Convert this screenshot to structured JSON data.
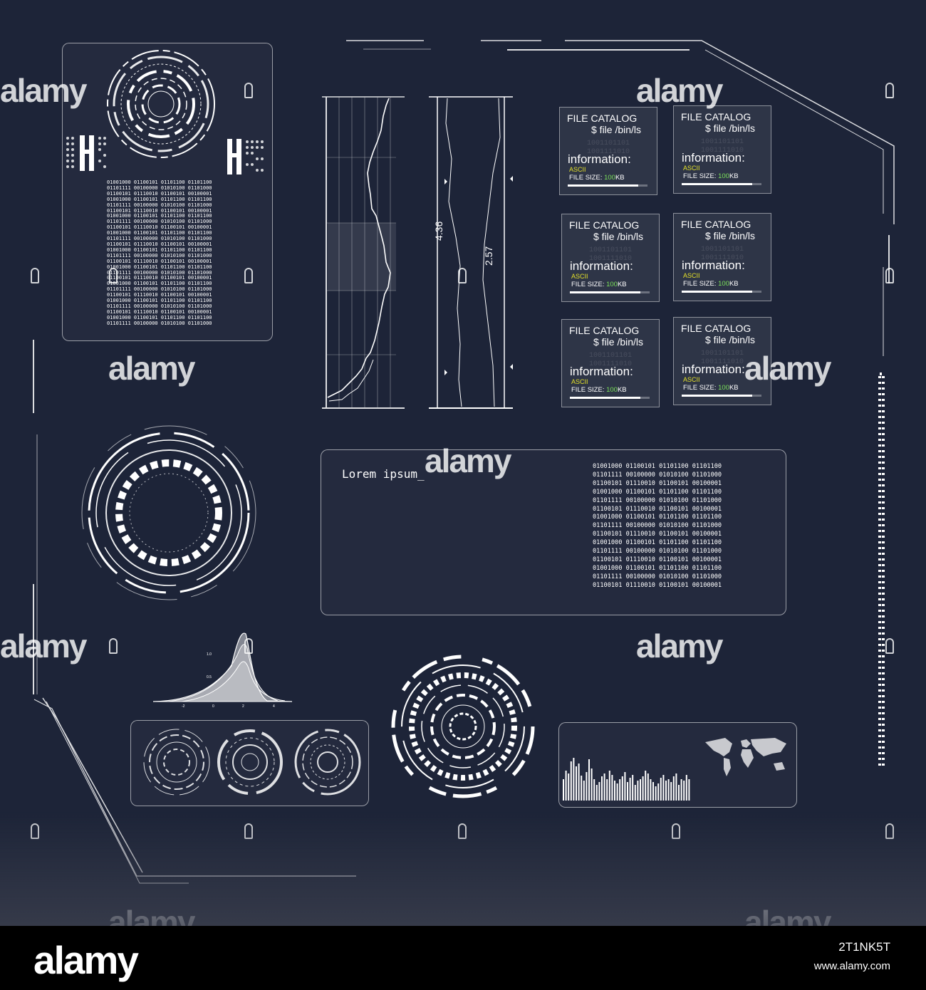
{
  "terminal": {
    "prompt": "Lorem ipsum_"
  },
  "binary_block_left": [
    "01001000 01100101 01101100 01101100",
    "01101111 00100000 01010100 01101000",
    "01100101 01110010 01100101 00100001",
    "01001000 01100101 01101100 01101100",
    "01101111 00100000 01010100 01101000",
    "01100101 01110010 01100101 00100001",
    "01001000 01100101 01101100 01101100",
    "01101111 00100000 01010100 01101000",
    "01100101 01110010 01100101 00100001",
    "01001000 01100101 01101100 01101100",
    "01101111 00100000 01010100 01101000",
    "01100101 01110010 01100101 00100001",
    "01001000 01100101 01101100 01101100",
    "01101111 00100000 01010100 01101000",
    "01100101 01110010 01100101 00100001",
    "01001000 01100101 01101100 01101100",
    "01101111 00100000 01010100 01101000",
    "01100101 01110010 01100101 00100001",
    "01001000 01100101 01101100 01101100",
    "01101111 00100000 01010100 01101000",
    "01100101 01110010 01100101 00100001",
    "01001000 01100101 01101100 01101100",
    "01101111 00100000 01010100 01101000",
    "01100101 01110010 01100101 00100001",
    "01001000 01100101 01101100 01101100",
    "01101111 00100000 01010100 01101000"
  ],
  "binary_block_right": [
    "01001000 01100101 01101100 01101100",
    "01101111 00100000 01010100 01101000",
    "01100101 01110010 01100101 00100001",
    "01001000 01100101 01101100 01101100",
    "01101111 00100000 01010100 01101000",
    "01100101 01110010 01100101 00100001",
    "01001000 01100101 01101100 01101100",
    "01101111 00100000 01010100 01101000",
    "01100101 01110010 01100101 00100001",
    "01001000 01100101 01101100 01101100",
    "01101111 00100000 01010100 01101000",
    "01100101 01110010 01100101 00100001",
    "01001000 01100101 01101100 01101100",
    "01101111 00100000 01010100 01101000",
    "01100101 01110010 01100101 00100001"
  ],
  "strip_chart": {
    "label_a": "4.36",
    "label_b": "2.57"
  },
  "density_chart": {
    "y_ticks": [
      "1.0",
      "0.5"
    ],
    "x_ticks": [
      "-2",
      "0",
      "2",
      "4"
    ]
  },
  "file_cards": [
    {
      "title": "FILE CATALOG",
      "command": "$ file /bin/ls",
      "ghost": "1001101101\n1001111010",
      "info": "information:",
      "type": "ASCII",
      "size_label": "FILE SIZE: ",
      "size_value": "100",
      "size_unit": "KB",
      "progress": 0.88
    },
    {
      "title": "FILE CATALOG",
      "command": "$ file /bin/ls",
      "ghost": "1001101101\n1001111010",
      "info": "information:",
      "type": "ASCII",
      "size_label": "FILE SIZE: ",
      "size_value": "100",
      "size_unit": "KB",
      "progress": 0.88
    },
    {
      "title": "FILE CATALOG",
      "command": "$ file /bin/ls",
      "ghost": "1001101101\n1001111010",
      "info": "information:",
      "type": "ASCII",
      "size_label": "FILE SIZE: ",
      "size_value": "100",
      "size_unit": "KB",
      "progress": 0.88
    },
    {
      "title": "FILE CATALOG",
      "command": "$ file /bin/ls",
      "ghost": "1001101101\n1001111010",
      "info": "information:",
      "type": "ASCII",
      "size_label": "FILE SIZE: ",
      "size_value": "100",
      "size_unit": "KB",
      "progress": 0.88
    },
    {
      "title": "FILE CATALOG",
      "command": "$ file /bin/ls",
      "ghost": "1001101101\n1001111010",
      "info": "information:",
      "type": "ASCII",
      "size_label": "FILE SIZE: ",
      "size_value": "100",
      "size_unit": "KB",
      "progress": 0.88
    },
    {
      "title": "FILE CATALOG",
      "command": "$ file /bin/ls",
      "ghost": "1001101101\n1001111010",
      "info": "information:",
      "type": "ASCII",
      "size_label": "FILE SIZE: ",
      "size_value": "100",
      "size_unit": "KB",
      "progress": 0.88
    }
  ],
  "watermark": {
    "text": "alamy"
  },
  "footer": {
    "logo": "alamy",
    "image_id": "2T1NK5T",
    "url": "www.alamy.com"
  },
  "colors": {
    "background": "#1d2438",
    "hud": "#ffffff",
    "accent_yellow": "#e3e02a",
    "accent_green": "#7be05a"
  }
}
